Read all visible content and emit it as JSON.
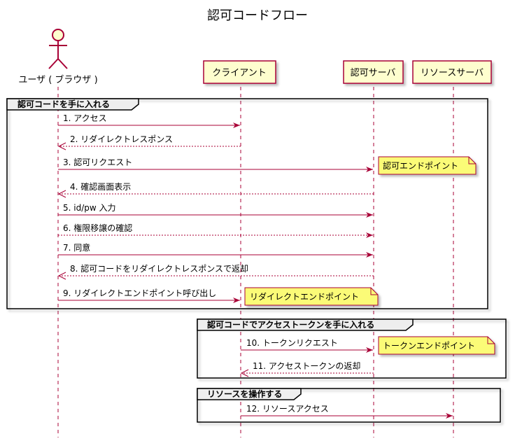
{
  "title": "認可コードフロー",
  "participants": [
    {
      "id": "user",
      "label": "ユーザ ( ブラウザ )",
      "kind": "actor"
    },
    {
      "id": "client",
      "label": "クライアント",
      "kind": "box"
    },
    {
      "id": "authz",
      "label": "認可サーバ",
      "kind": "box"
    },
    {
      "id": "resource",
      "label": "リソースサーバ",
      "kind": "box"
    }
  ],
  "groups": [
    {
      "label": "認可コードを手に入れる"
    },
    {
      "label": "認可コードでアクセストークンを手に入れる"
    },
    {
      "label": "リソースを操作する"
    }
  ],
  "messages": [
    {
      "num": "1.",
      "text": "アクセス",
      "from": "user",
      "to": "client",
      "style": "solid"
    },
    {
      "num": "2.",
      "text": "リダイレクトレスポンス",
      "from": "client",
      "to": "user",
      "style": "dashed"
    },
    {
      "num": "3.",
      "text": "認可リクエスト",
      "from": "user",
      "to": "authz",
      "style": "solid"
    },
    {
      "num": "4.",
      "text": "確認画面表示",
      "from": "authz",
      "to": "user",
      "style": "dashed"
    },
    {
      "num": "5.",
      "text": "id/pw 入力",
      "from": "user",
      "to": "authz",
      "style": "solid"
    },
    {
      "num": "6.",
      "text": "権限移譲の確認",
      "from": "user",
      "to": "authz",
      "style": "dashed"
    },
    {
      "num": "7.",
      "text": "同意",
      "from": "user",
      "to": "authz",
      "style": "solid"
    },
    {
      "num": "8.",
      "text": "認可コードをリダイレクトレスポンスで返却",
      "from": "authz",
      "to": "user",
      "style": "dashed"
    },
    {
      "num": "9.",
      "text": "リダイレクトエンドポイント呼び出し",
      "from": "user",
      "to": "client",
      "style": "solid"
    },
    {
      "num": "10.",
      "text": "トークンリクエスト",
      "from": "client",
      "to": "authz",
      "style": "solid"
    },
    {
      "num": "11.",
      "text": "アクセストークンの返却",
      "from": "authz",
      "to": "client",
      "style": "dashed"
    },
    {
      "num": "12.",
      "text": "リソースアクセス",
      "from": "client",
      "to": "resource",
      "style": "solid"
    }
  ],
  "notes": [
    {
      "text": "認可エンドポイント"
    },
    {
      "text": "リダイレクトエンドポイント"
    },
    {
      "text": "トークンエンドポイント"
    }
  ],
  "colors": {
    "arrow": "#a80036",
    "participant_fill": "#fefece",
    "participant_border": "#a80036",
    "note_fill": "#fbfb77",
    "group_header_fill": "#eeeeee"
  }
}
